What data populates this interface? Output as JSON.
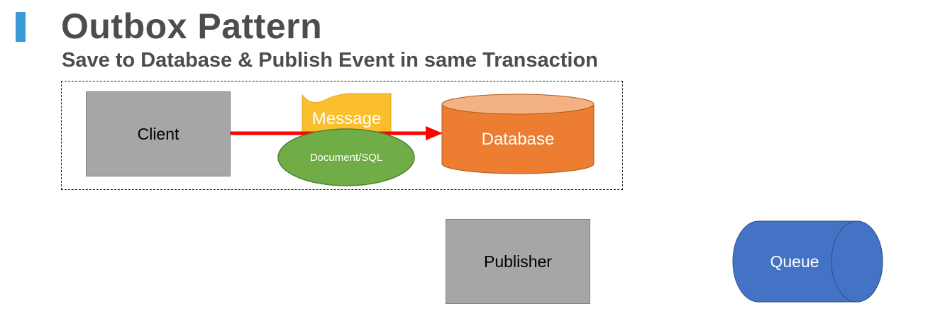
{
  "header": {
    "title": "Outbox Pattern",
    "subtitle": "Save to Database & Publish Event in same Transaction"
  },
  "diagram": {
    "client_label": "Client",
    "message_label": "Message",
    "document_label": "Document/SQL",
    "database_label": "Database",
    "publisher_label": "Publisher",
    "queue_label": "Queue"
  },
  "colors": {
    "accent": "#3a9ad9",
    "arrow": "#ff0000",
    "message": "#fbbf2e",
    "document": "#70ad47",
    "database": "#ed7d31",
    "database_top": "#f4b183",
    "queue": "#4472c4",
    "box_gray": "#a6a6a6"
  }
}
